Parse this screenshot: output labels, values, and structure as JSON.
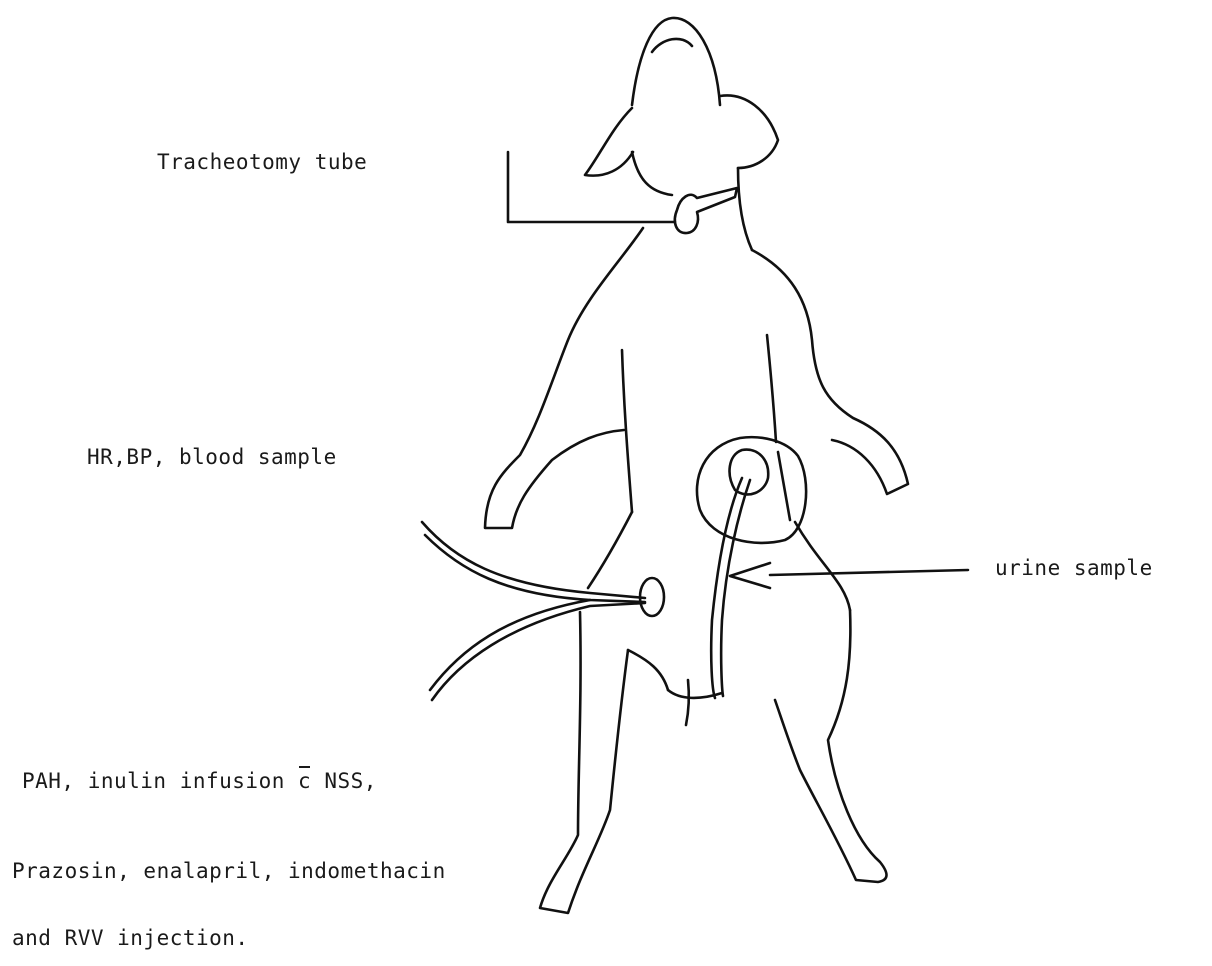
{
  "labels": {
    "tracheotomy": "Tracheotomy tube",
    "monitoring": "HR,BP, blood sample",
    "urine": "urine sample",
    "infusion_before": "PAH, inulin infusion ",
    "infusion_c": "c",
    "infusion_after": "  NSS,",
    "drugs": "Prazosin, enalapril, indomethacin",
    "injection": "and RVV injection."
  }
}
